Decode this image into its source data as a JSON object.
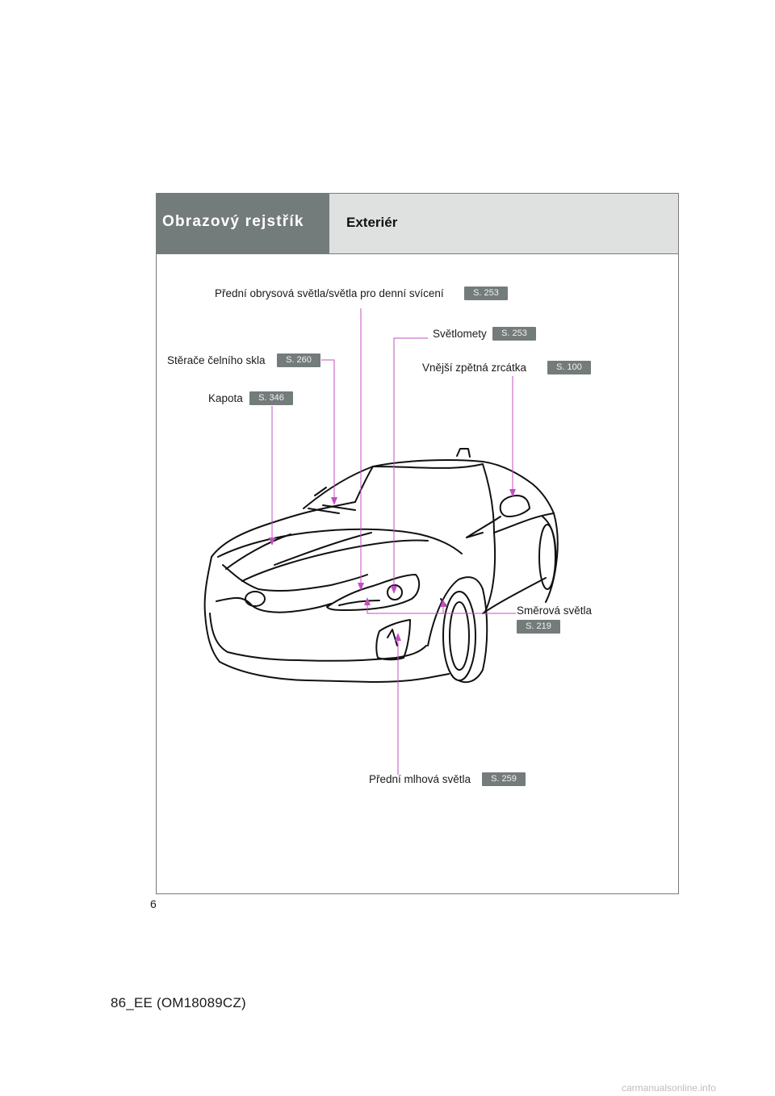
{
  "header": {
    "tab_label": "Obrazový rejstřík",
    "title": "Exteriér"
  },
  "callouts": [
    {
      "id": "daytime-lights",
      "label": "Přední obrysová světla/světla pro denní svícení",
      "page": "S. 253"
    },
    {
      "id": "headlights",
      "label": "Světlomety",
      "page": "S. 253"
    },
    {
      "id": "wipers",
      "label": "Stěrače čelního skla",
      "page": "S. 260"
    },
    {
      "id": "mirrors",
      "label": "Vnější zpětná zrcátka",
      "page": "S. 100"
    },
    {
      "id": "hood",
      "label": "Kapota",
      "page": "S. 346"
    },
    {
      "id": "turn-signals",
      "label": "Směrová světla",
      "page": "S. 219"
    },
    {
      "id": "fog-lights",
      "label": "Přední mlhová světla",
      "page": "S. 259"
    }
  ],
  "page_number": "6",
  "footer_code": "86_EE (OM18089CZ)",
  "watermark": "carmanualsonline.info",
  "colors": {
    "header_tab": "#747b7b",
    "header_bg": "#dfe1e1",
    "leader_line": "#c24fc2"
  }
}
